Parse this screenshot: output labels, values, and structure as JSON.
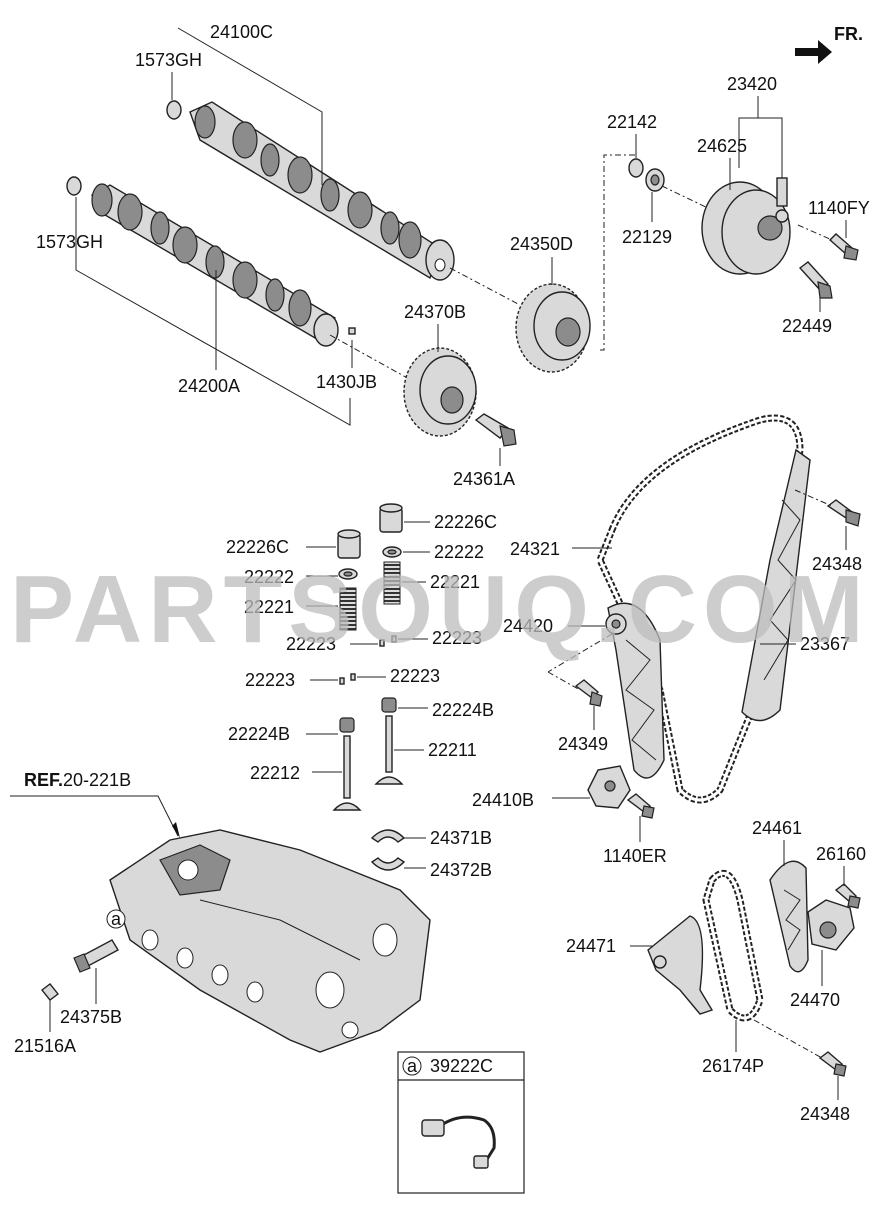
{
  "diagram": {
    "direction_label": "FR.",
    "watermark": "PARTSOUQ.COM",
    "ref_label": {
      "bold": "REF.",
      "rest": "20-221B"
    },
    "inset_circle_letter": "a",
    "inset_part": "39222C",
    "engine_callout_letter": "a",
    "labels": {
      "p24100C": "24100C",
      "p1573GH_top": "1573GH",
      "p1573GH_left": "1573GH",
      "p24200A": "24200A",
      "p1430JB": "1430JB",
      "p24370B": "24370B",
      "p24361A": "24361A",
      "p24350D": "24350D",
      "p22142": "22142",
      "p22129": "22129",
      "p23420": "23420",
      "p24625": "24625",
      "p1140FY": "1140FY",
      "p22449": "22449",
      "p22226C_r": "22226C",
      "p22226C_l": "22226C",
      "p22222_r": "22222",
      "p22222_l": "22222",
      "p22221_r": "22221",
      "p22221_l": "22221",
      "p22223_a": "22223",
      "p22223_b": "22223",
      "p22223_c": "22223",
      "p22223_d": "22223",
      "p22224B_r": "22224B",
      "p22224B_l": "22224B",
      "p22211": "22211",
      "p22212": "22212",
      "p24371B": "24371B",
      "p24372B": "24372B",
      "p24321": "24321",
      "p24348_top": "24348",
      "p24420": "24420",
      "p23367": "23367",
      "p24349": "24349",
      "p24410B": "24410B",
      "p1140ER": "1140ER",
      "p24461": "24461",
      "p26160": "26160",
      "p24471": "24471",
      "p24470": "24470",
      "p26174P": "26174P",
      "p24348_bot": "24348",
      "p24375B": "24375B",
      "p21516A": "21516A"
    }
  }
}
